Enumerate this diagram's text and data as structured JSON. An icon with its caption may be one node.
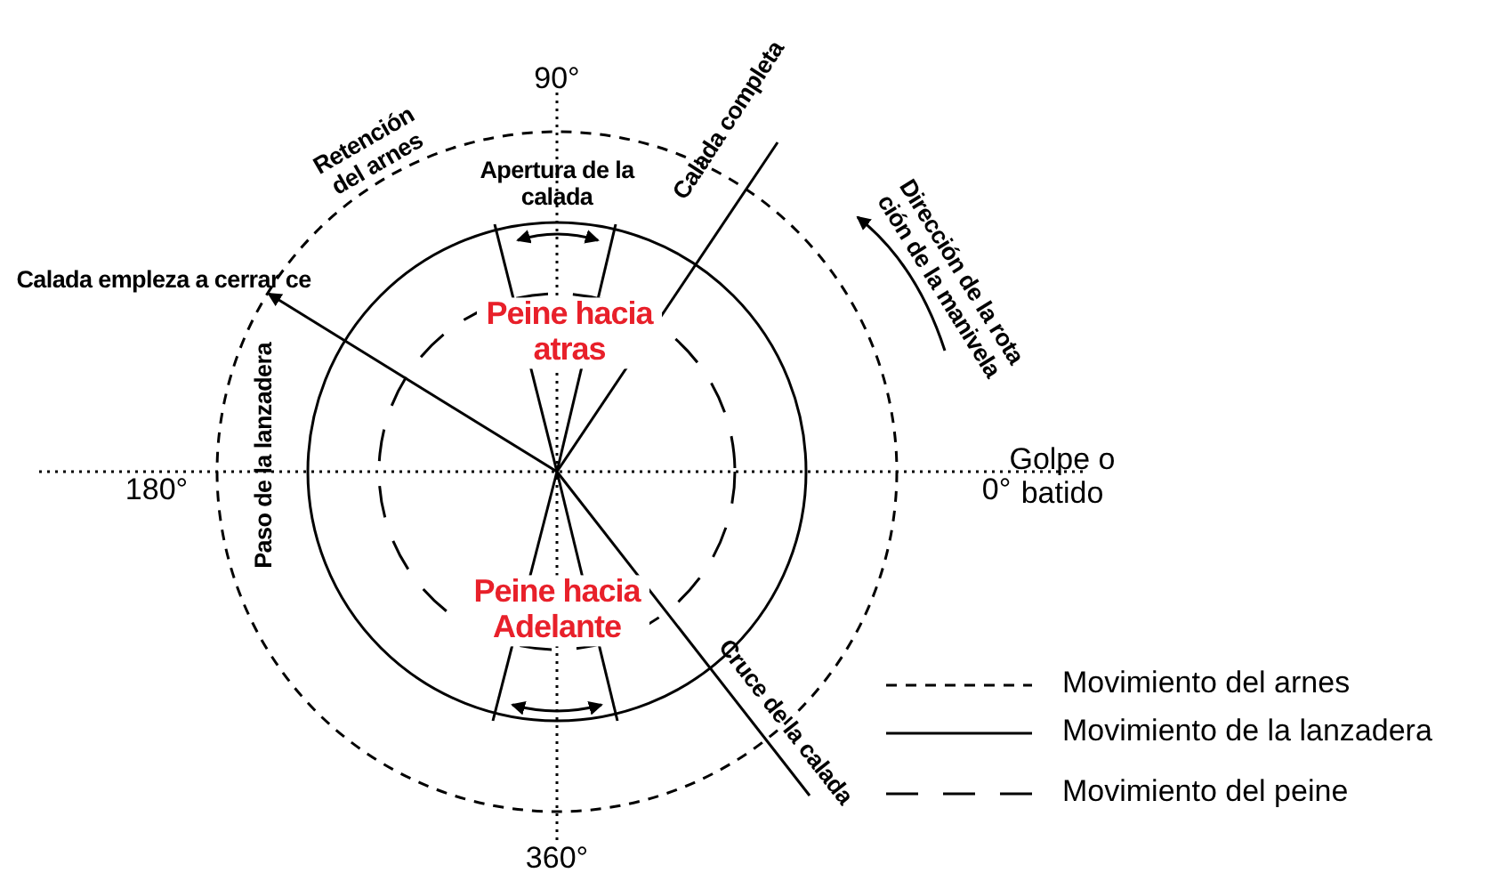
{
  "diagram": {
    "labels": [
      "90°",
      "Retención del arnes",
      "Apertura de la calada",
      "Calada completa",
      "Dirección de la rota ción de la manivela",
      "Calada empleza a cerrar ce",
      "Peine hacia atras",
      "Paso de la lanzadera",
      "Golpe o batido",
      "180°",
      "0°",
      "Peine hacia Adelante",
      "Cruce de la calada",
      "360°"
    ],
    "legend": [
      {
        "text": "Movimiento del arnes"
      },
      {
        "text": "Movimiento de la lanzadera"
      },
      {
        "text": "Movimiento del peine"
      }
    ]
  }
}
